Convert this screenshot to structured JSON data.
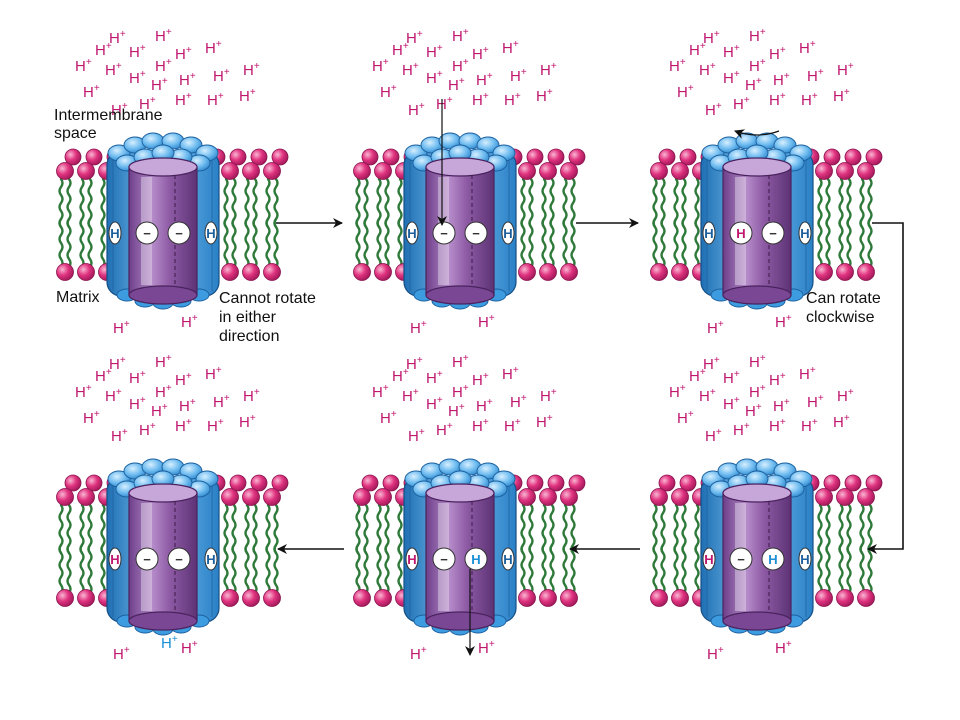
{
  "labels": {
    "intermembrane_space": [
      "Intermembrane",
      "space"
    ],
    "matrix": "Matrix",
    "cannot_rotate": [
      "Cannot rotate",
      "in either",
      "direction"
    ],
    "can_rotate": [
      "Can rotate",
      "clockwise"
    ]
  },
  "ion": {
    "symbol": "H",
    "charge": "+"
  },
  "colors": {
    "proton": "#c0186f",
    "proton_highlight": "#1a8fd6",
    "lipid_head": "#e0337f",
    "lipid_tail": "#2f7a3a",
    "stator": "#3d9be0",
    "rotor": "#8d5aa4",
    "arrow": "#111111"
  },
  "panels": [
    {
      "id": "panel-1",
      "row": 1,
      "col": 1,
      "sites": [
        "H",
        "−",
        "−",
        "H"
      ],
      "highlight_sites": [],
      "entry_arrow": false,
      "exit_arrow": false,
      "rotation_arrow": false,
      "matrix_highlight_proton": false
    },
    {
      "id": "panel-2",
      "row": 1,
      "col": 2,
      "sites": [
        "H",
        "−",
        "−",
        "H"
      ],
      "highlight_sites": [],
      "entry_arrow": true,
      "exit_arrow": false,
      "rotation_arrow": false,
      "matrix_highlight_proton": false
    },
    {
      "id": "panel-3",
      "row": 1,
      "col": 3,
      "sites": [
        "H",
        "H",
        "−",
        "H"
      ],
      "highlight_sites": [
        1
      ],
      "entry_arrow": false,
      "exit_arrow": false,
      "rotation_arrow": true,
      "matrix_highlight_proton": false
    },
    {
      "id": "panel-4",
      "row": 2,
      "col": 3,
      "sites": [
        "H",
        "−",
        "H",
        "H"
      ],
      "highlight_sites": [
        0,
        2
      ],
      "entry_arrow": false,
      "exit_arrow": false,
      "rotation_arrow": false,
      "matrix_highlight_proton": false
    },
    {
      "id": "panel-5",
      "row": 2,
      "col": 2,
      "sites": [
        "H",
        "−",
        "H",
        "H"
      ],
      "highlight_sites": [
        0,
        2
      ],
      "entry_arrow": false,
      "exit_arrow": true,
      "rotation_arrow": false,
      "matrix_highlight_proton": false
    },
    {
      "id": "panel-6",
      "row": 2,
      "col": 1,
      "sites": [
        "H",
        "−",
        "−",
        "H"
      ],
      "highlight_sites": [
        0
      ],
      "entry_arrow": false,
      "exit_arrow": false,
      "rotation_arrow": false,
      "matrix_highlight_proton": true
    }
  ]
}
